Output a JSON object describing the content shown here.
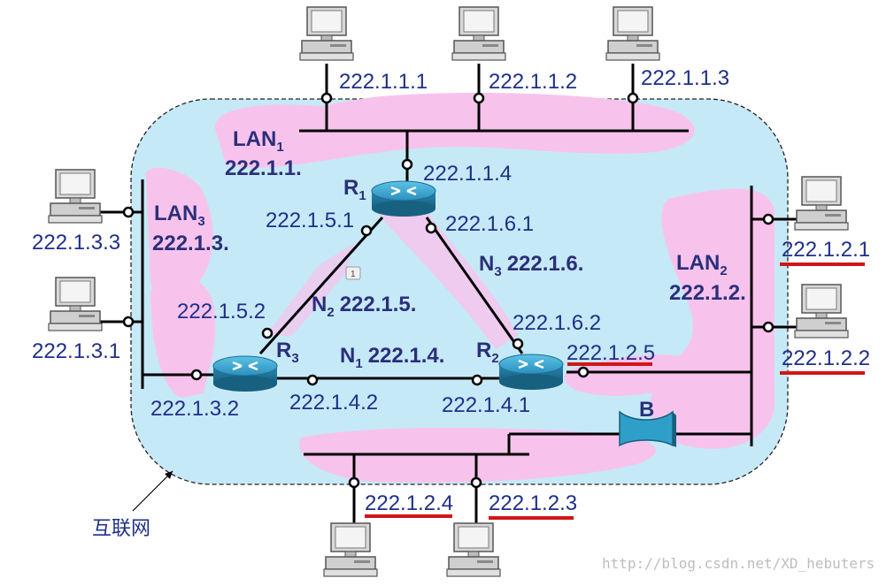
{
  "internet_label": "互联网",
  "watermark": "http://blog.csdn.net/XD_hebuters",
  "networks": {
    "lan1": {
      "name": "LAN",
      "sub": "1",
      "prefix": "222.1.1."
    },
    "lan2": {
      "name": "LAN",
      "sub": "2",
      "prefix": "222.1.2."
    },
    "lan3": {
      "name": "LAN",
      "sub": "3",
      "prefix": "222.1.3."
    },
    "n1": {
      "name": "N",
      "sub": "1",
      "prefix": "222.1.4."
    },
    "n2": {
      "name": "N",
      "sub": "2",
      "prefix": "222.1.5."
    },
    "n3": {
      "name": "N",
      "sub": "3",
      "prefix": "222.1.6."
    }
  },
  "routers": {
    "r1": {
      "name": "R",
      "sub": "1"
    },
    "r2": {
      "name": "R",
      "sub": "2"
    },
    "r3": {
      "name": "R",
      "sub": "3"
    }
  },
  "bridge": {
    "name": "B"
  },
  "small_note": "1",
  "hosts": {
    "h_1_1_1": "222.1.1.1",
    "h_1_1_2": "222.1.1.2",
    "h_1_1_3": "222.1.1.3",
    "h_1_3_3": "222.1.3.3",
    "h_1_3_1": "222.1.3.1",
    "h_1_2_1": "222.1.2.1",
    "h_1_2_2": "222.1.2.2",
    "h_1_2_4": "222.1.2.4",
    "h_1_2_3": "222.1.2.3"
  },
  "interfaces": {
    "r1_lan1": "222.1.1.4",
    "r1_n2": "222.1.5.1",
    "r1_n3": "222.1.6.1",
    "r3_n2": "222.1.5.2",
    "r3_lan3": "222.1.3.2",
    "r3_n1": "222.1.4.2",
    "r2_n3": "222.1.6.2",
    "r2_lan2": "222.1.2.5",
    "r2_n1": "222.1.4.1"
  },
  "colors": {
    "cloud_fill": "#c6e9f7",
    "lan_highlight": "#f7c3ec",
    "underline": "#d11616",
    "text": "#1f2f8a",
    "router": "#2e9fc9"
  }
}
